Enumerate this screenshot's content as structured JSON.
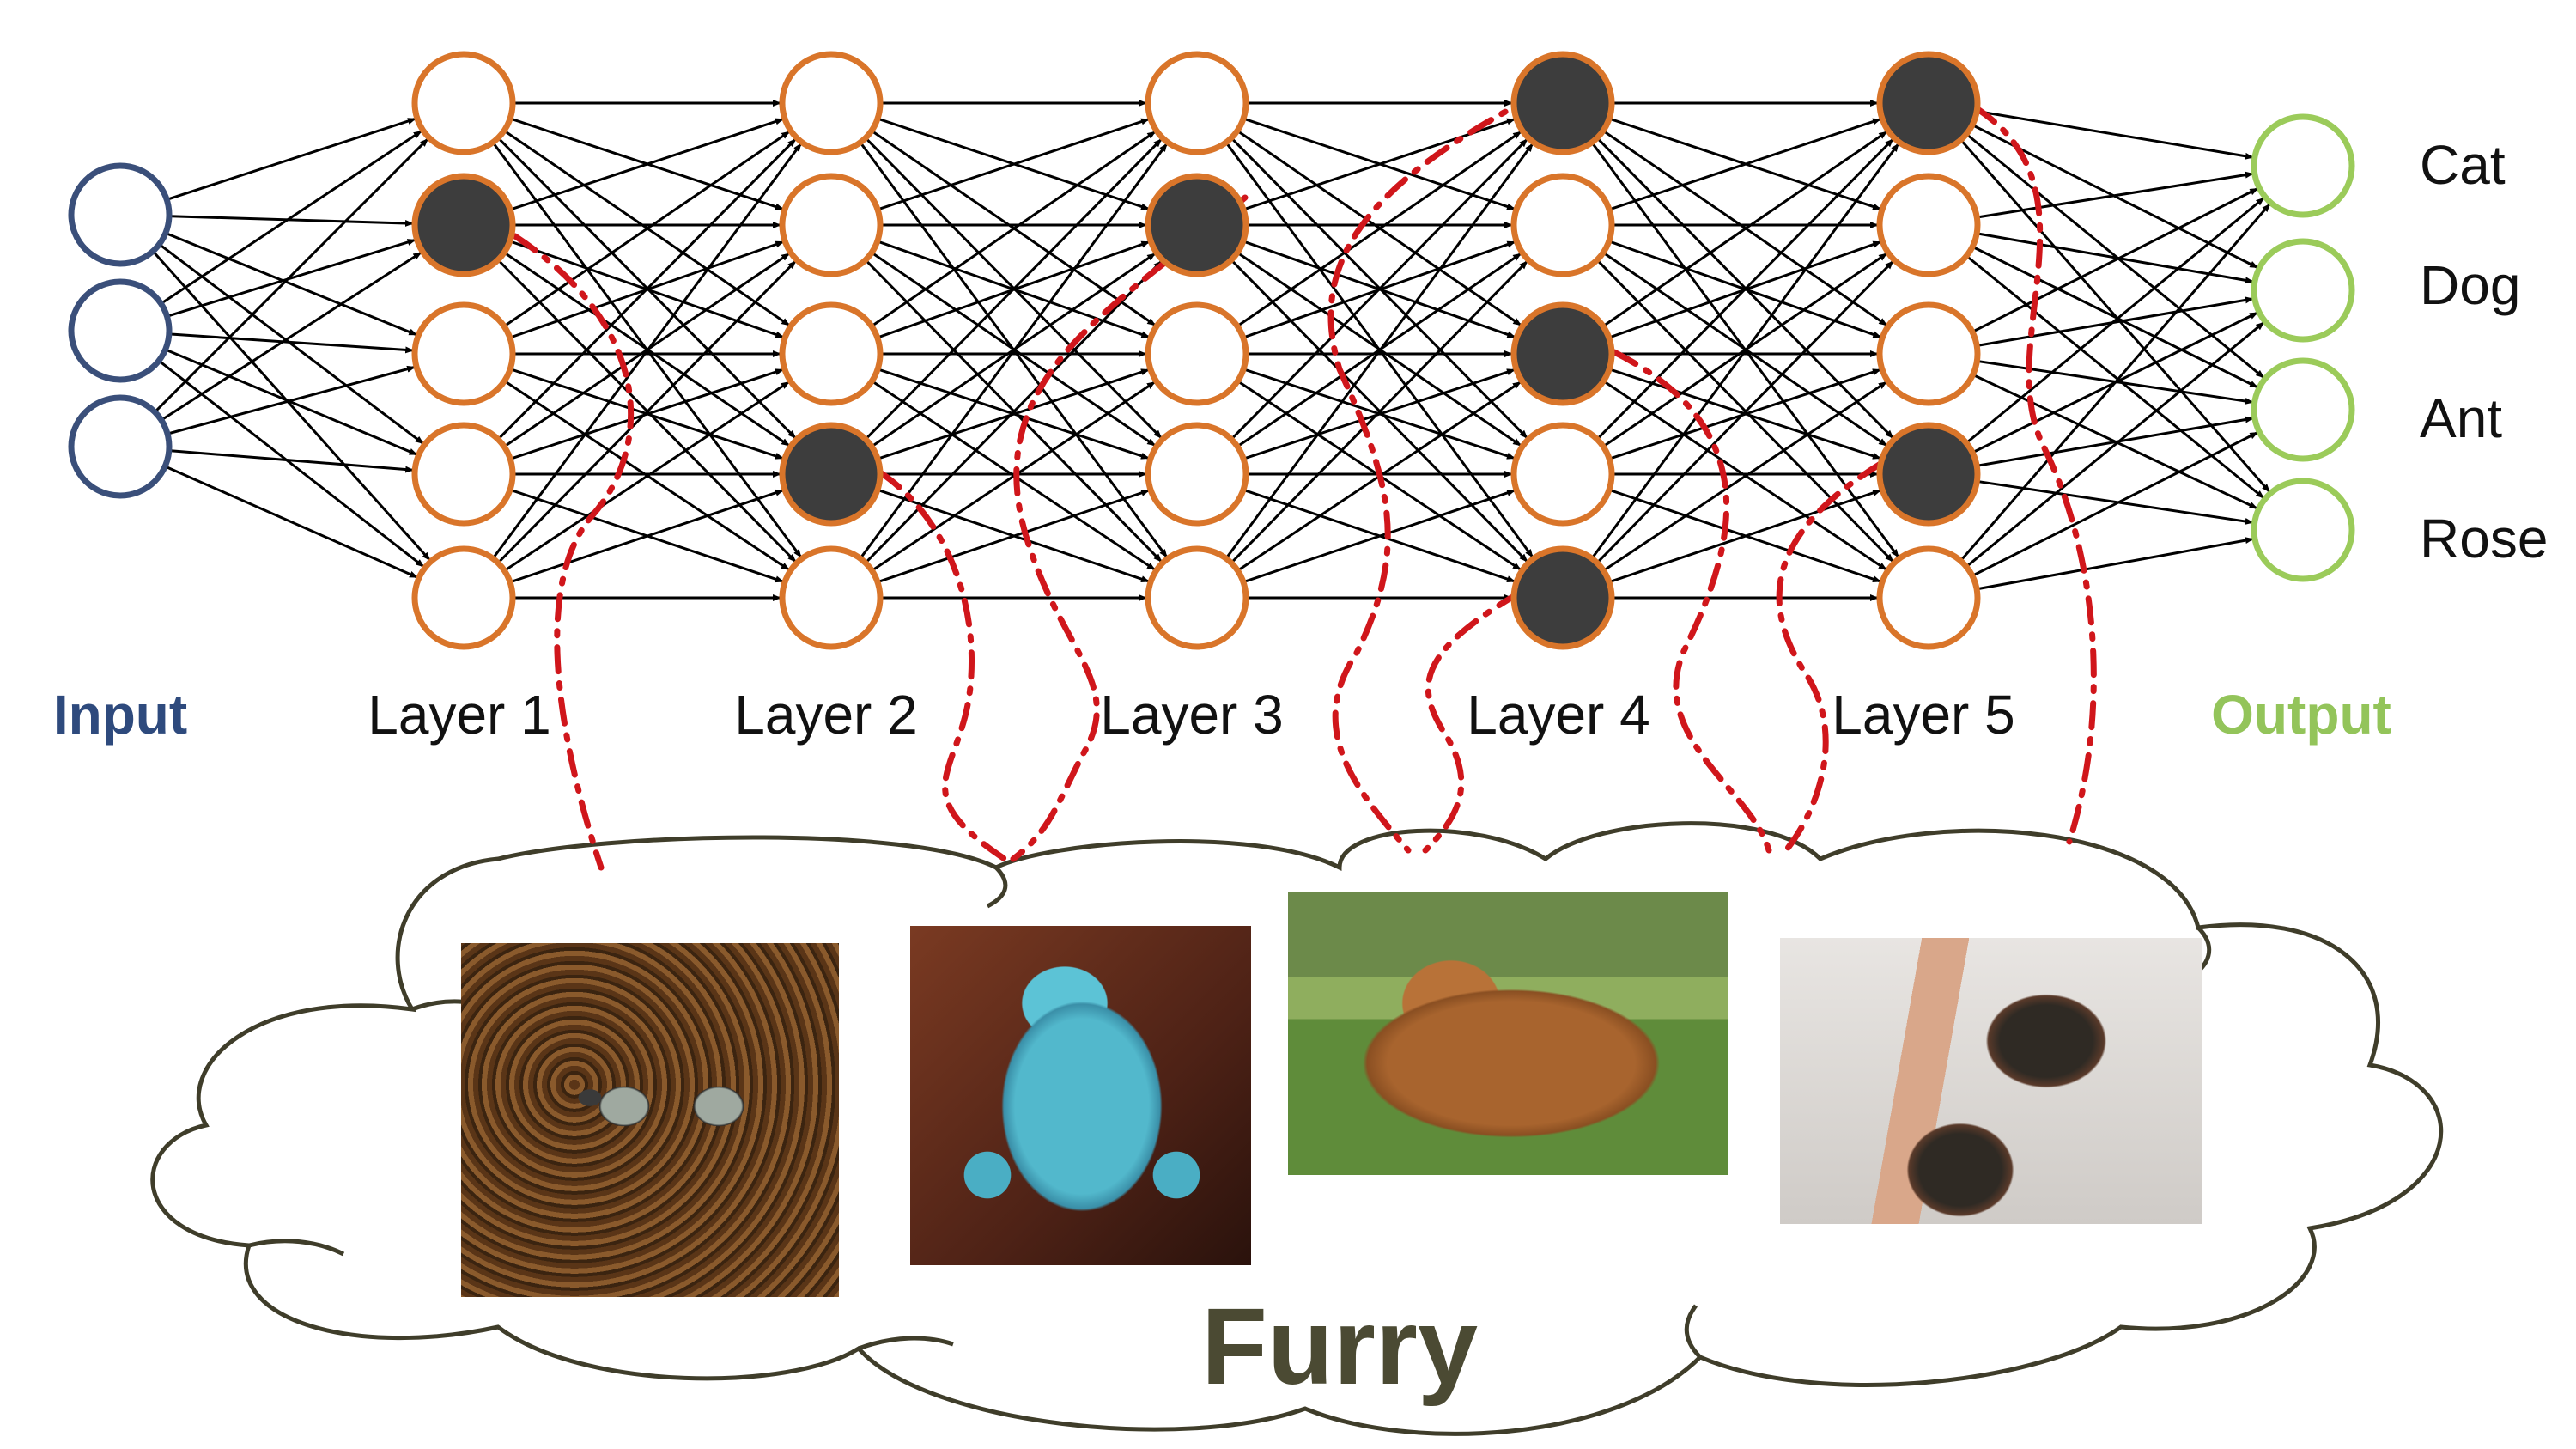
{
  "input_label": "Input",
  "output_label": "Output",
  "layer_labels": [
    "Layer 1",
    "Layer 2",
    "Layer 3",
    "Layer 4",
    "Layer 5"
  ],
  "output_classes": [
    "Cat",
    "Dog",
    "Ant",
    "Rose"
  ],
  "concept_label": "Furry",
  "colors": {
    "input_node": "#3a4f7a",
    "hidden_node": "#d9752a",
    "output_node": "#9bcb5a",
    "active_fill": "#3d3d3d",
    "edge": "#000000",
    "link": "#d0161b",
    "cloud_stroke": "#3f3d2a",
    "concept_text": "#4b4a33"
  },
  "network": {
    "input_nodes": 3,
    "hidden_layers": [
      {
        "nodes": 5,
        "active": [
          2
        ]
      },
      {
        "nodes": 5,
        "active": [
          4
        ]
      },
      {
        "nodes": 5,
        "active": [
          2
        ]
      },
      {
        "nodes": 5,
        "active": [
          1,
          3,
          5
        ]
      },
      {
        "nodes": 5,
        "active": [
          1,
          4
        ]
      }
    ],
    "output_nodes": 4
  },
  "photos": [
    {
      "name": "curly-hair-sunglasses-photo"
    },
    {
      "name": "blue-plush-monster-photo"
    },
    {
      "name": "highland-cow-photo"
    },
    {
      "name": "furry-leg-warmers-photo"
    }
  ]
}
